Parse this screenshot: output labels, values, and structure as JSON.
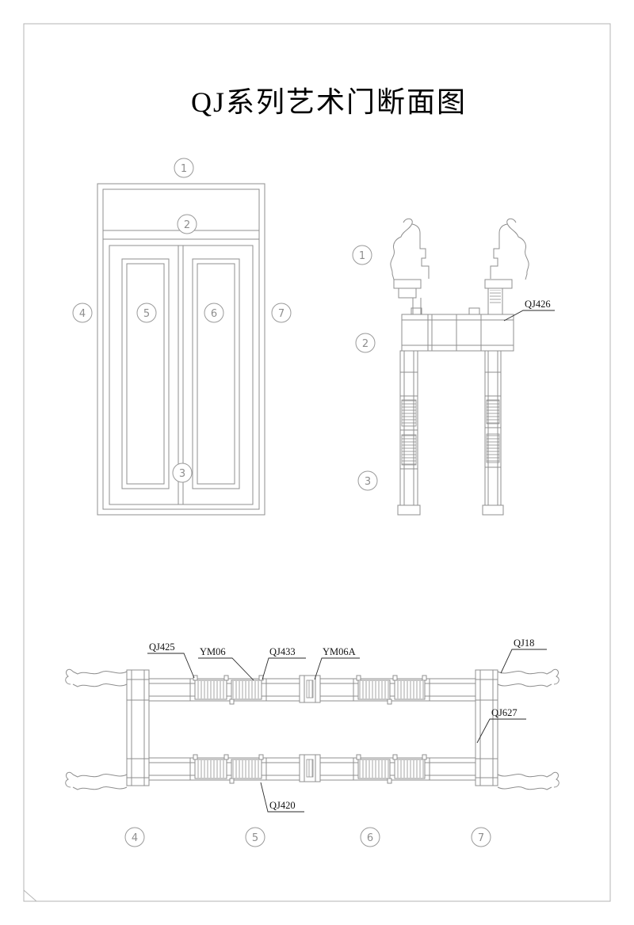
{
  "title": "QJ系列艺术门断面图",
  "colors": {
    "line": "#8f8f8f",
    "callout": "#9a9a9a",
    "label": "#111111"
  },
  "elevation": {
    "callouts": {
      "c1": "1",
      "c2": "2",
      "c3": "3",
      "c4": "4",
      "c5": "5",
      "c6": "6",
      "c7": "7"
    }
  },
  "vsection": {
    "callouts": {
      "c1": "1",
      "c2": "2",
      "c3": "3"
    },
    "labels": {
      "qj426": "QJ426"
    }
  },
  "hsection": {
    "labels": {
      "qj425": "QJ425",
      "ym06": "YM06",
      "qj433": "QJ433",
      "ym06a": "YM06A",
      "qj18": "QJ18",
      "qj627": "QJ627",
      "qj420": "QJ420"
    },
    "callouts": {
      "c4": "4",
      "c5": "5",
      "c6": "6",
      "c7": "7"
    }
  }
}
